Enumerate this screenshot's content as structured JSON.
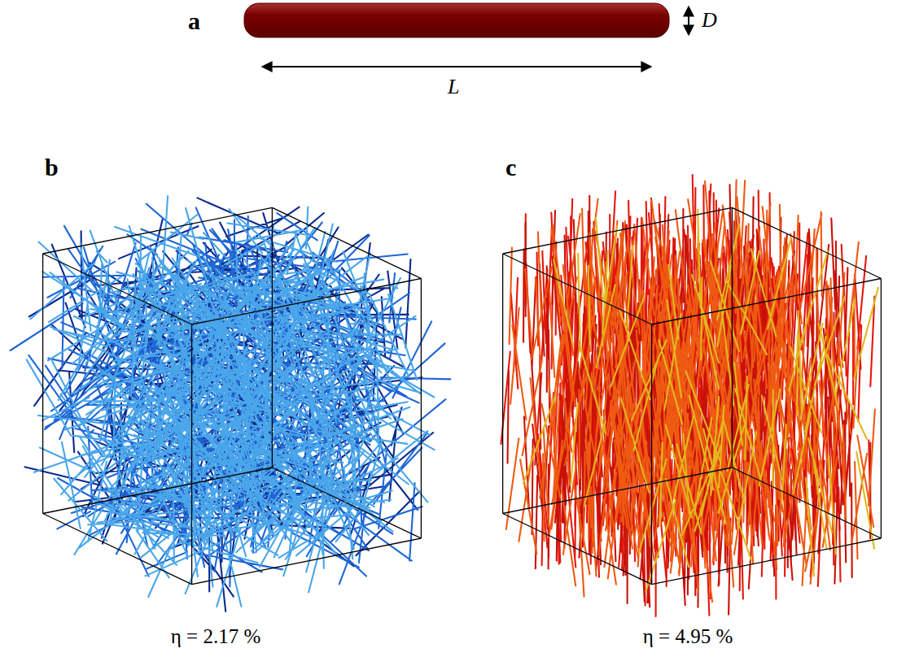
{
  "diagram": {
    "labels": [
      "a",
      "D",
      "L",
      "b",
      "c",
      "η = 2.17 %",
      "η = 4.95 %"
    ]
  }
}
